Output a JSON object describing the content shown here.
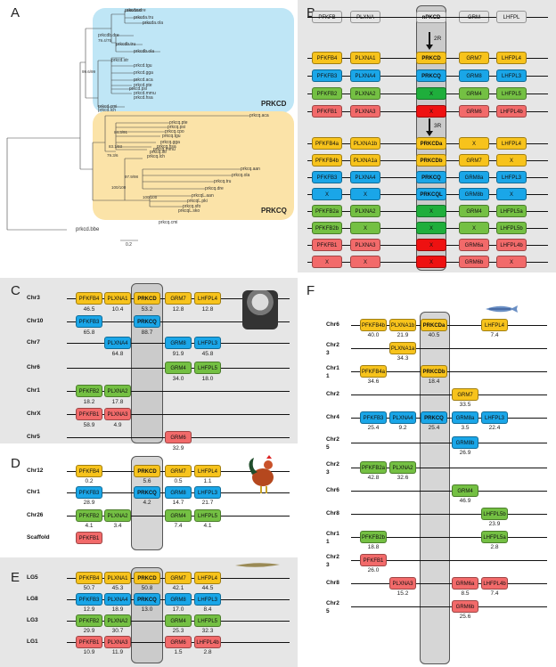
{
  "panels": {
    "A": "A",
    "B": "B",
    "C": "C",
    "D": "D",
    "E": "E",
    "F": "F"
  },
  "panelA": {
    "prkcd_label": "PRKCD",
    "prkcq_label": "PRKCQ",
    "scale": "0.2",
    "top_leaves": [
      "prkcda.dre",
      "prkcda.tru",
      "prkcda.ola",
      "prkcdb.dre",
      "prkcdb.tru",
      "prkcdb.ola",
      "prkcd.str",
      "prkcd.tgu",
      "prkcd.gga",
      "prkcd.aca",
      "prkcd.pte",
      "prkcd.psi",
      "prkcd.mmu",
      "prkcd.hsa",
      "prkcd.cmi",
      "prkcd.lch"
    ],
    "bottom_leaves": [
      "prkcq.aca",
      "prkcq.pte",
      "prkcq.psi",
      "prkcq.cpo",
      "prkcq.tgu",
      "prkcq.gga",
      "prkcq.hsa",
      "prkcq.mmu",
      "prkcq.str",
      "prkcq.lch",
      "prkcq.aan",
      "prkcq.ola",
      "prkcq.tru",
      "prkcq.dre",
      "prkcqL.aan",
      "prkcqL.pki",
      "prkcq.sfo",
      "prkcqL.sko",
      "prkcq.cmi"
    ],
    "outgroup": "prkcd.bbe",
    "supports": [
      "100/100",
      "79.4/75",
      "99.6/99",
      "84.3/91",
      "83.1/93",
      "79.3/6",
      "97.9/98",
      "100/100",
      "100/100"
    ]
  },
  "panelB": {
    "top_row": [
      "PFKFB",
      "PLXNA",
      "nPKCD",
      "GRM",
      "LHFPL"
    ],
    "arrow1": "2R",
    "arrow2": "3R",
    "rows2R": [
      [
        "PFKFB4",
        "PLXNA1",
        "PRKCD",
        "GRM7",
        "LHFPL4"
      ],
      [
        "PFKFB3",
        "PLXNA4",
        "PRKCQ",
        "GRM8",
        "LHFPL3"
      ],
      [
        "PFKFB2",
        "PLXNA2",
        "X",
        "GRM4",
        "LHFPL5"
      ],
      [
        "PFKFB1",
        "PLXNA3",
        "X",
        "GRM6",
        "LHFPL4b"
      ]
    ],
    "rows3R": [
      [
        "PFKFB4a",
        "PLXNA1b",
        "PRKCDa",
        "X",
        "LHFPL4"
      ],
      [
        "PFKFB4b",
        "PLXNA1a",
        "PRKCDb",
        "GRM7",
        "X"
      ],
      [
        "PFKFB3",
        "PLXNA4",
        "PRKCQ",
        "GRM8a",
        "LHFPL3"
      ],
      [
        "X",
        "X",
        "PRKCQL",
        "GRM8b",
        "X"
      ],
      [
        "PFKFB2a",
        "PLXNA2",
        "X",
        "GRM4",
        "LHFPL5a"
      ],
      [
        "PFKFB2b",
        "X",
        "X",
        "X",
        "LHFPL5b"
      ],
      [
        "PFKFB1",
        "PLXNA3",
        "X",
        "GRM6a",
        "LHFPL4b"
      ],
      [
        "X",
        "X",
        "X",
        "GRM6b",
        "X"
      ]
    ]
  },
  "panelC": {
    "chr": [
      "Chr3",
      "Chr10",
      "Chr7",
      "Chr6",
      "Chr1",
      "ChrX",
      "Chr5"
    ],
    "genes": [
      "PFKFB4",
      "PLXNA1",
      "PRKCD",
      "GRM7",
      "LHFPL4",
      "PFKFB3",
      "PRKCQ",
      "PLXNA4",
      "GRM8",
      "LHFPL3",
      "GRM4",
      "LHFPL5",
      "PFKFB2",
      "PLXNA2",
      "PFKFB1",
      "PLXNA3",
      "GRM6"
    ],
    "nums": [
      "46.5",
      "10.4",
      "53.2",
      "12.8",
      "12.8",
      "65.8",
      "88.7",
      "64.8",
      "91.9",
      "45.8",
      "34.0",
      "18.0",
      "18.2",
      "17.8",
      "58.9",
      "4.9",
      "32.9"
    ]
  },
  "panelD": {
    "chr": [
      "Chr12",
      "Chr1",
      "Chr26",
      "Scaffold"
    ],
    "genes": [
      "PFKFB4",
      "PRKCD",
      "GRM7",
      "LHFPL4",
      "PFKFB3",
      "PRKCQ",
      "GRM8",
      "LHFPL3",
      "PFKFB2",
      "PLXNA2",
      "GRM4",
      "LHFPL5",
      "PFKFB1"
    ],
    "nums": [
      "0.2",
      "5.6",
      "0.5",
      "1.1",
      "28.9",
      "4.2",
      "14.7",
      "21.7",
      "4.1",
      "3.4",
      "7.4",
      "4.1"
    ]
  },
  "panelE": {
    "chr": [
      "LG5",
      "LG8",
      "LG3",
      "LG1"
    ],
    "genes": [
      "PFKFB4",
      "PLXNA1",
      "PRKCD",
      "GRM7",
      "LHFPL4",
      "PFKFB3",
      "PLXNA4",
      "PRKCQ",
      "GRM8",
      "LHFPL3",
      "PFKFB2",
      "PLXNA2",
      "GRM4",
      "LHFPL5",
      "PFKFB1",
      "PLXNA3",
      "GRM6",
      "LHFPL4b"
    ],
    "nums": [
      "50.7",
      "45.3",
      "50.8",
      "42.1",
      "44.5",
      "12.9",
      "18.9",
      "13.0",
      "17.0",
      "8.4",
      "29.9",
      "30.7",
      "25.3",
      "32.3",
      "10.9",
      "11.9",
      "1.5",
      "2.8"
    ]
  },
  "panelF": {
    "chr": [
      "Chr6",
      "Chr2\n3",
      "Chr1\n1",
      "Chr2",
      "Chr4",
      "Chr2\n5",
      "Chr2\n3",
      "Chr6",
      "Chr8",
      "Chr1\n1",
      "Chr2\n3",
      "Chr8",
      "Chr2\n5"
    ],
    "genes": [
      "PFKFB4b",
      "PLXNA1b",
      "PRKCDa",
      "LHFPL4",
      "PLXNA1a",
      "PFKFB4a",
      "PRKCDb",
      "GRM7",
      "PFKFB3",
      "PLXNA4",
      "PRKCQ",
      "GRM8a",
      "LHFPL3",
      "GRM8b",
      "PFKFB2a",
      "PLXNA2",
      "GRM4",
      "LHFPL5b",
      "PFKFB2b",
      "LHFPL5a",
      "PFKFB1",
      "PLXNA3",
      "GRM6a",
      "LHFPL4b",
      "GRM6b"
    ],
    "nums": [
      "40.0",
      "21.9",
      "40.5",
      "7.4",
      "34.3",
      "34.6",
      "18.4",
      "33.5",
      "25.4",
      "9.2",
      "25.4",
      "3.5",
      "22.4",
      "26.9",
      "42.8",
      "32.6",
      "46.9",
      "23.9",
      "18.8",
      "2.8",
      "26.0",
      "15.2",
      "8.5",
      "7.4",
      "25.6"
    ]
  }
}
